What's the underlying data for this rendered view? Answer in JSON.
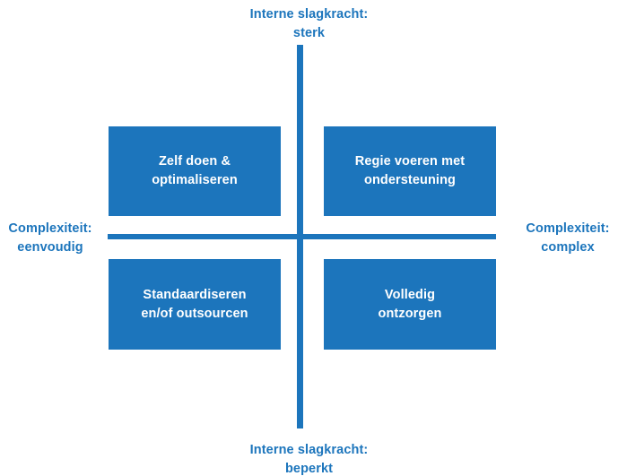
{
  "diagram": {
    "type": "2x2-matrix",
    "accent_color": "#1c75bc",
    "background_color": "#ffffff",
    "box_text_color": "#ffffff",
    "axes": {
      "vertical": {
        "top_label": {
          "line1": "Interne slagkracht:",
          "line2": "sterk"
        },
        "bottom_label": {
          "line1": "Interne slagkracht:",
          "line2": "beperkt"
        }
      },
      "horizontal": {
        "left_label": {
          "line1": "Complexiteit:",
          "line2": "eenvoudig"
        },
        "right_label": {
          "line1": "Complexiteit:",
          "line2": "complex"
        }
      }
    },
    "quadrants": {
      "top_left": {
        "line1": "Zelf doen &",
        "line2": "optimaliseren"
      },
      "top_right": {
        "line1": "Regie voeren met",
        "line2": "ondersteuning"
      },
      "bottom_left": {
        "line1": "Standaardiseren",
        "line2": "en/of outsourcen"
      },
      "bottom_right": {
        "line1": "Volledig",
        "line2": "ontzorgen"
      }
    }
  }
}
